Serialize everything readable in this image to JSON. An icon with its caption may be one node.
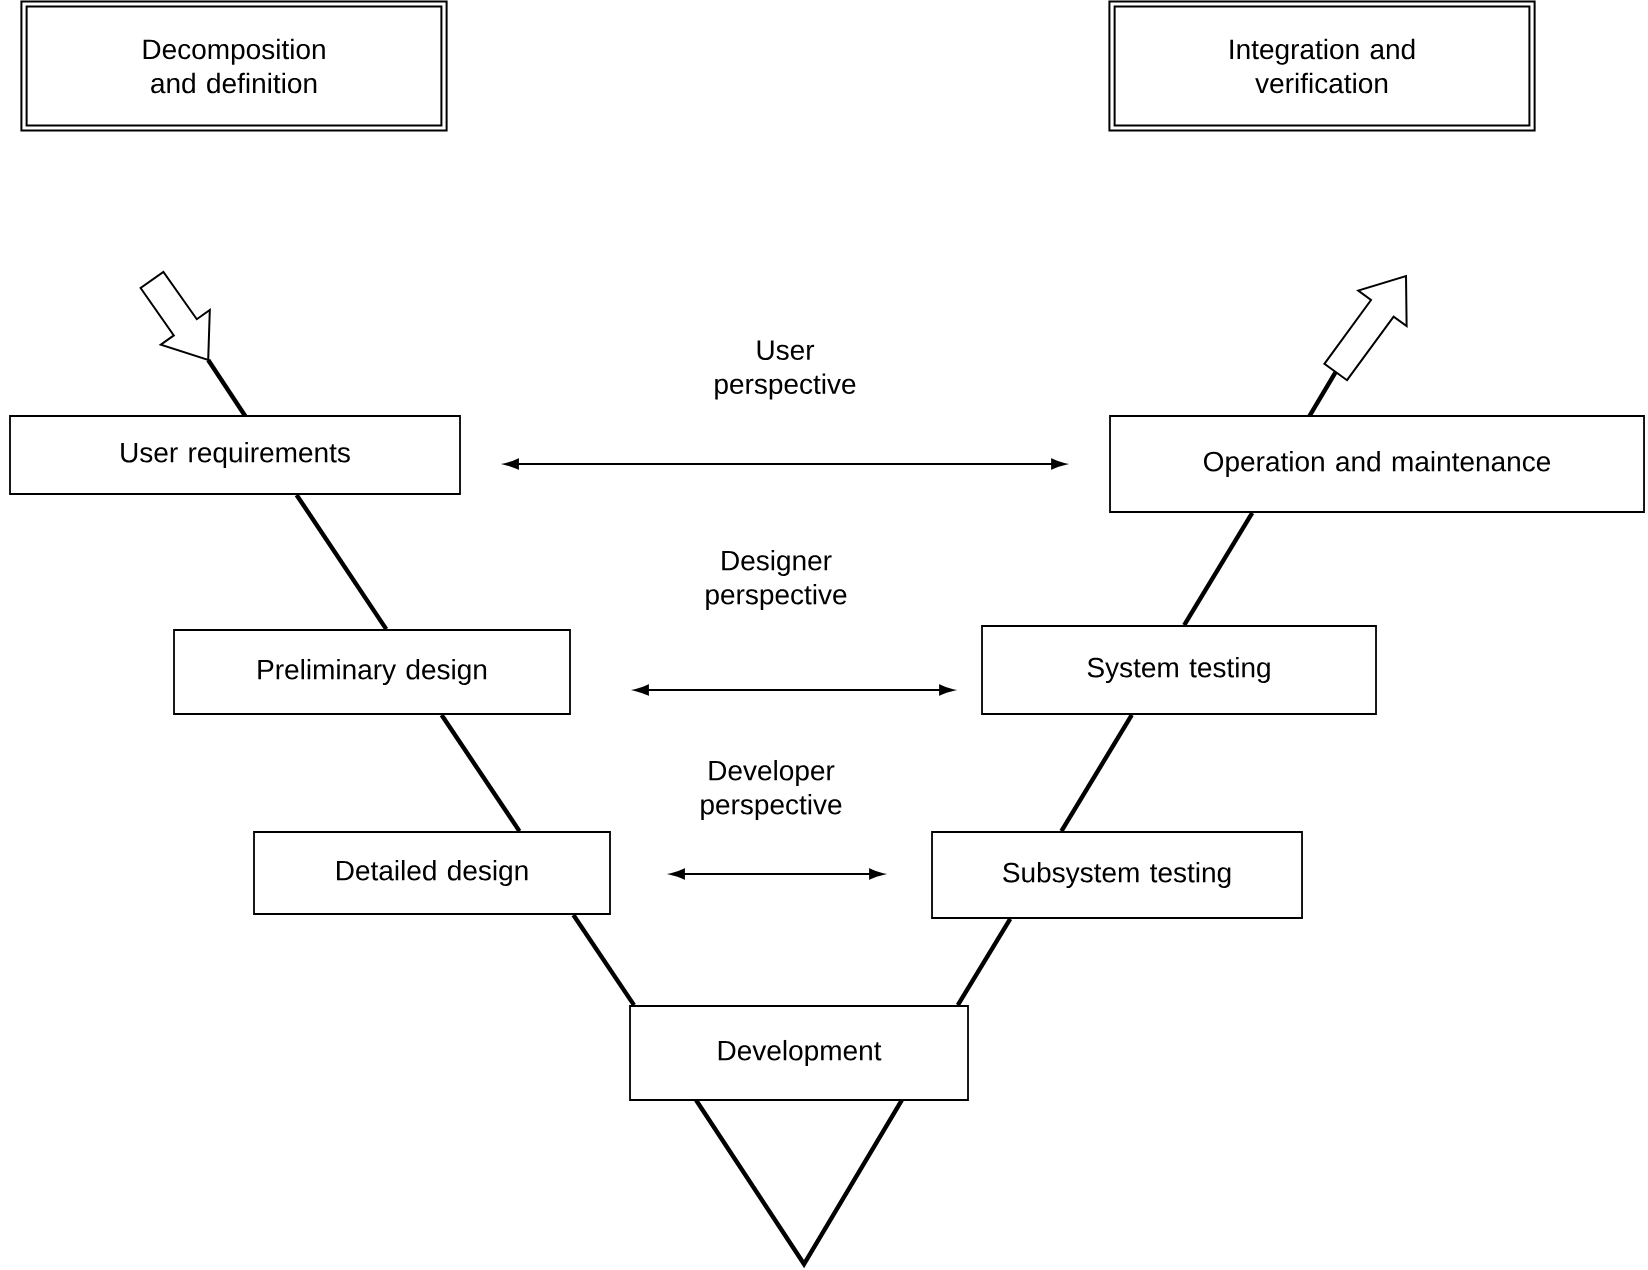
{
  "diagram": {
    "nodes": [
      {
        "text": [
          "Decomposition and definition"
        ]
      },
      {
        "text": [
          "Integration and verification"
        ]
      },
      {
        "text": [
          "User requirements"
        ]
      },
      {
        "text": [
          "Operation and maintenance"
        ]
      },
      {
        "text": [
          "Preliminary design"
        ]
      },
      {
        "text": [
          "System testing"
        ]
      },
      {
        "text": [
          "Detailed design"
        ]
      },
      {
        "text": [
          "Subsystem testing"
        ]
      },
      {
        "text": [
          "Development"
        ]
      }
    ],
    "edges": [
      {
        "from": 2,
        "to": 4,
        "arrow": "none"
      },
      {
        "from": 4,
        "to": 6,
        "arrow": "none"
      },
      {
        "from": 6,
        "to": 8,
        "arrow": "none"
      },
      {
        "from": 8,
        "to": 7,
        "arrow": "none"
      },
      {
        "from": 7,
        "to": 5,
        "arrow": "none"
      },
      {
        "from": 5,
        "to": 3,
        "arrow": "none"
      },
      {
        "from": 2,
        "to": 3,
        "arrow": "both",
        "label": "User perspective"
      },
      {
        "from": 4,
        "to": 5,
        "arrow": "both",
        "label": "Designer perspective"
      },
      {
        "from": 6,
        "to": 7,
        "arrow": "both",
        "label": "Developer perspective"
      }
    ]
  }
}
